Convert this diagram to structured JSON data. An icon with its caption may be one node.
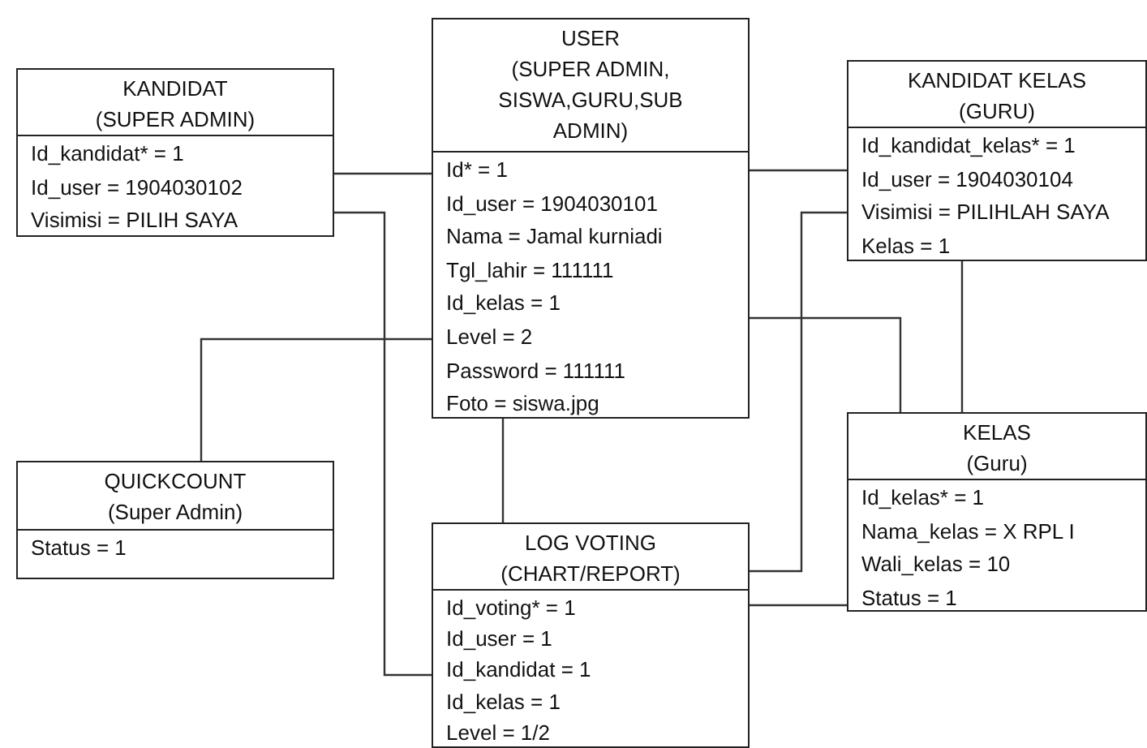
{
  "diagram": {
    "nodes": [
      {
        "text": [
          "KANDIDAT",
          "(SUPER ADMIN)",
          "Id_kandidat* = 1",
          "Id_user = 1904030102",
          "Visimisi = PILIH SAYA"
        ]
      },
      {
        "text": [
          "USER",
          "(SUPER ADMIN, SISWA,GURU,SUB ADMIN)",
          "Id* = 1",
          "Id_user = 1904030101",
          "Nama = Jamal kurniadi",
          "Tgl_lahir = 111111",
          "Id_kelas = 1",
          "Level = 2",
          "Password = 111111",
          "Foto = siswa.jpg"
        ]
      },
      {
        "text": [
          "KANDIDAT KELAS",
          "(GURU)",
          "Id_kandidat_kelas* = 1",
          "Id_user = 1904030104",
          "Visimisi = PILIHLAH SAYA",
          "Kelas = 1"
        ]
      },
      {
        "text": [
          "QUICKCOUNT",
          "(Super Admin)",
          "Status = 1"
        ]
      },
      {
        "text": [
          "KELAS",
          "(Guru)",
          "Id_kelas* = 1",
          "Nama_kelas = X RPL I",
          "Wali_kelas = 10",
          "Status = 1"
        ]
      },
      {
        "text": [
          "LOG VOTING",
          "(CHART/REPORT)",
          "Id_voting* = 1",
          "Id_user = 1",
          "Id_kandidat = 1",
          "Id_kelas = 1",
          "Level = 1/2"
        ]
      }
    ],
    "edges": [
      {
        "from": 0,
        "to": 1,
        "arrow": "none"
      },
      {
        "from": 0,
        "to": 5,
        "arrow": "none"
      },
      {
        "from": 1,
        "to": 3,
        "arrow": "none"
      },
      {
        "from": 1,
        "to": 2,
        "arrow": "none"
      },
      {
        "from": 1,
        "to": 4,
        "arrow": "none"
      },
      {
        "from": 2,
        "to": 4,
        "arrow": "none"
      },
      {
        "from": 1,
        "to": 5,
        "arrow": "none"
      },
      {
        "from": 5,
        "to": 2,
        "arrow": "none"
      },
      {
        "from": 5,
        "to": 4,
        "arrow": "none"
      }
    ]
  }
}
